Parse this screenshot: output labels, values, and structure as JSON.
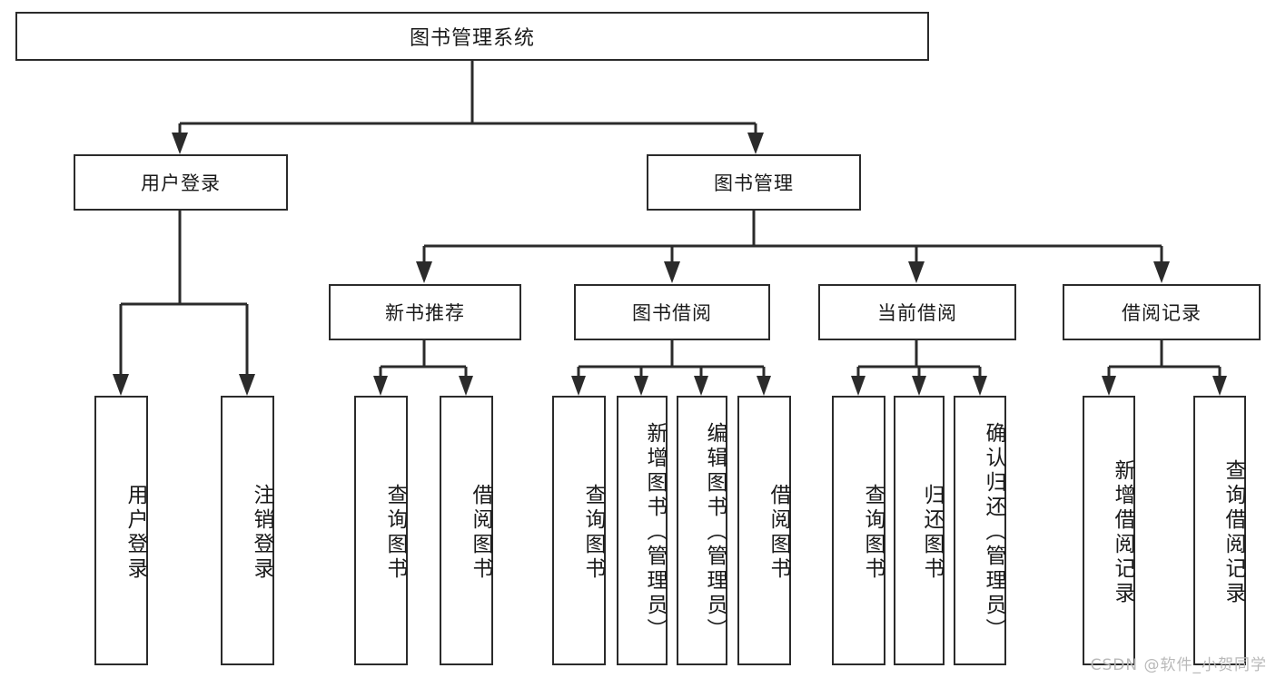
{
  "diagram": {
    "title": "图书管理系统",
    "type": "tree",
    "root": {
      "label": "图书管理系统"
    },
    "level2": [
      {
        "label": "用户登录"
      },
      {
        "label": "图书管理"
      }
    ],
    "level3": [
      {
        "label": "新书推荐"
      },
      {
        "label": "图书借阅"
      },
      {
        "label": "当前借阅"
      },
      {
        "label": "借阅记录"
      }
    ],
    "leaves": {
      "user_login": [
        {
          "label": "用户登录"
        },
        {
          "label": "注销登录"
        }
      ],
      "new_book_recommend": [
        {
          "label": "查询图书"
        },
        {
          "label": "借阅图书"
        }
      ],
      "book_borrow": [
        {
          "label": "查询图书"
        },
        {
          "label": "新增图书（管理员）"
        },
        {
          "label": "编辑图书（管理员）"
        },
        {
          "label": "借阅图书"
        }
      ],
      "current_borrow": [
        {
          "label": "查询图书"
        },
        {
          "label": "归还图书"
        },
        {
          "label": "确认归还（管理员）"
        }
      ],
      "borrow_record": [
        {
          "label": "新增借阅记录"
        },
        {
          "label": "查询借阅记录"
        }
      ]
    }
  },
  "watermark": {
    "text": "CSDN @软件_小贺同学"
  },
  "colors": {
    "background": "#ffffff",
    "box_border": "#2b2b2b",
    "box_fill": "#ffffff",
    "line": "#2b2b2b",
    "text": "#1a1a1a",
    "watermark": "#b9b9b9"
  }
}
